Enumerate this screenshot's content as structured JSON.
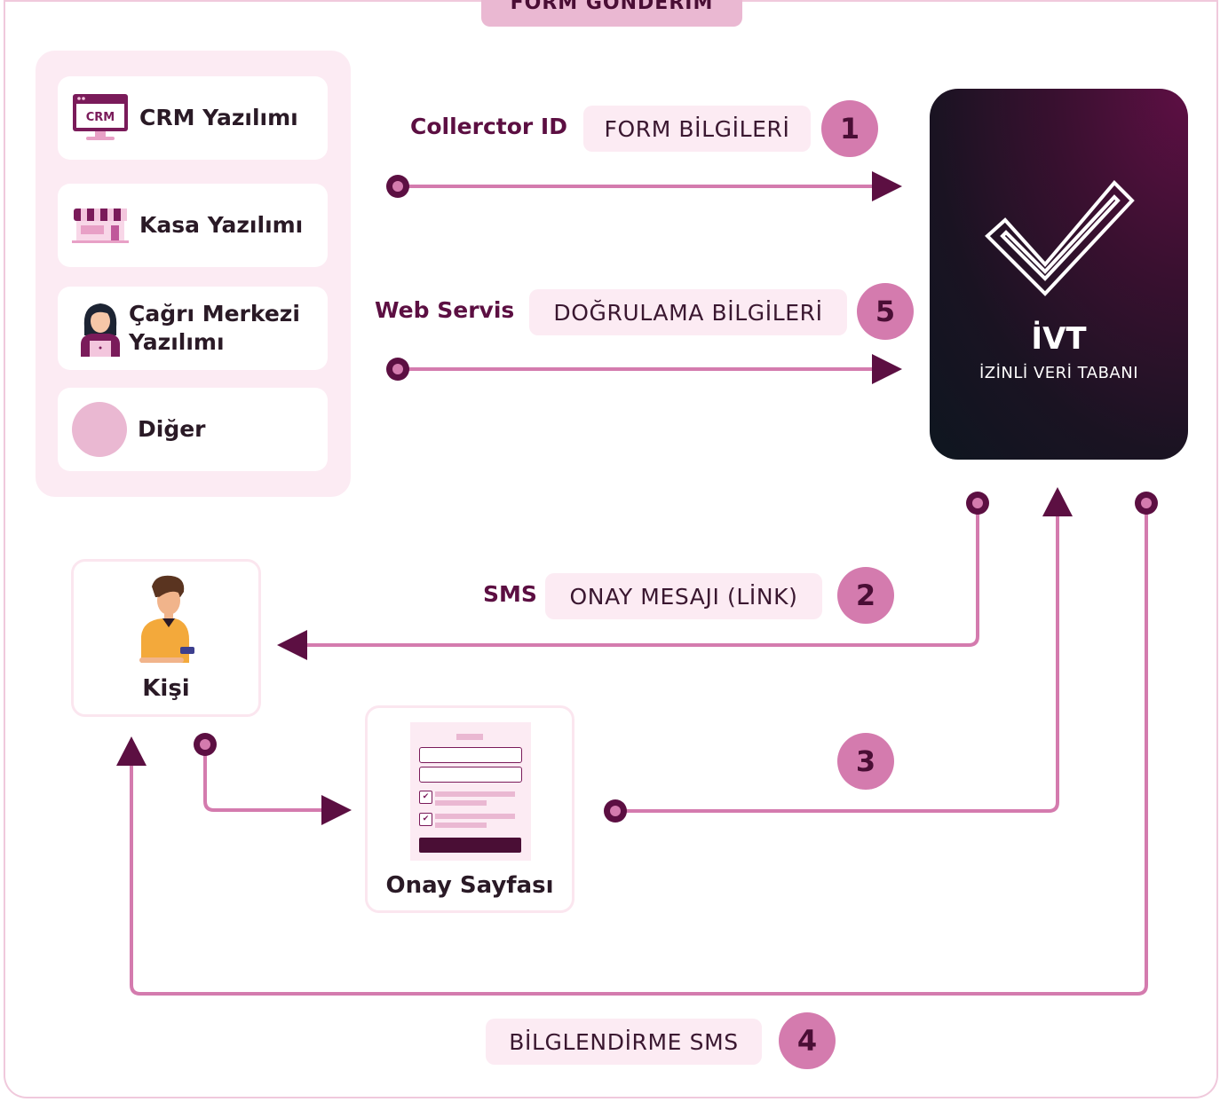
{
  "title": "FORM GÖNDERİM",
  "sources": [
    {
      "label": "CRM Yazılımı",
      "icon": "crm-monitor-icon",
      "icon_text": "CRM"
    },
    {
      "label": "Kasa Yazılımı",
      "icon": "storefront-icon"
    },
    {
      "label_line1": "Çağrı Merkezi",
      "label_line2": "Yazılımı",
      "icon": "call-center-agent-icon"
    },
    {
      "label": "Diğer",
      "icon": "circle-icon"
    }
  ],
  "ivt": {
    "title": "İVT",
    "subtitle": "İZİNLİ VERİ TABANI",
    "icon": "checkmark-icon"
  },
  "flows": {
    "step1": {
      "label": "Collerctor ID",
      "tag": "FORM BİLGİLERİ",
      "number": "1"
    },
    "step5": {
      "label": "Web Servis",
      "tag": "DOĞRULAMA BİLGİLERİ",
      "number": "5"
    },
    "step2": {
      "label": "SMS",
      "tag": "ONAY MESAJI (LİNK)",
      "number": "2"
    },
    "step3": {
      "number": "3"
    },
    "step4": {
      "tag": "BİLGLENDİRME SMS",
      "number": "4"
    }
  },
  "person": {
    "label": "Kişi",
    "icon": "person-with-phone-icon"
  },
  "confirmation_page": {
    "label": "Onay Sayfası",
    "icon": "form-checkbox-icon"
  },
  "colors": {
    "dark": "#4a0e35",
    "line": "#d47bae",
    "accent_bg": "#fcebf3",
    "badge": "#d47bae"
  }
}
